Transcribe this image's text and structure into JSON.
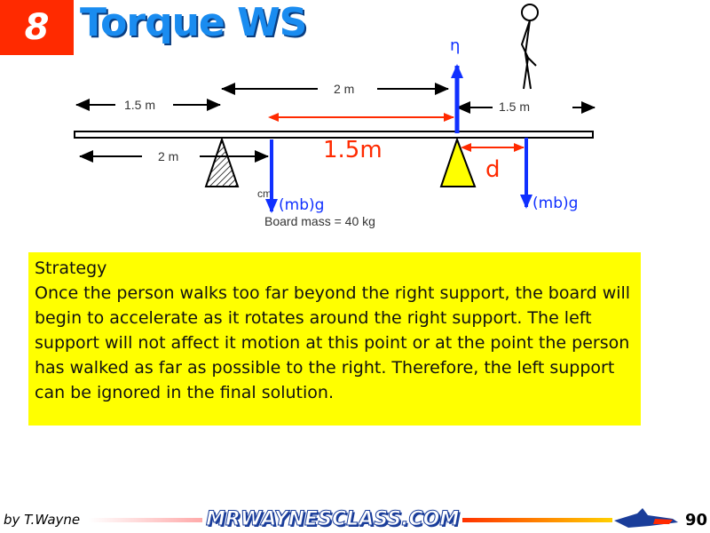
{
  "header": {
    "slide_number": "8",
    "title": "Torque WS"
  },
  "diagram": {
    "label_left_1_5m": "1.5 m",
    "label_top_2m": "2 m",
    "label_bottom_2m": "2 m",
    "label_right_1_5m": "1.5 m",
    "label_red_1_5m": "1.5m",
    "label_d": "d",
    "label_n": "η",
    "label_cm": "cm",
    "label_mbg_left": "(mb)g",
    "label_mbg_right": "(mb)g",
    "board_mass": "Board mass = 40 kg"
  },
  "strategy": {
    "heading": "Strategy",
    "body": "Once the person walks too far beyond the right support, the board will begin to accelerate as it rotates around the right support. The left support will not affect it motion at this point or at the point the person has walked as far as possible to the right. Therefore, the left support can be ignored in the final solution."
  },
  "footer": {
    "author": "by T.Wayne",
    "site": "MRWAYNESCLASS.COM",
    "page": "90"
  }
}
